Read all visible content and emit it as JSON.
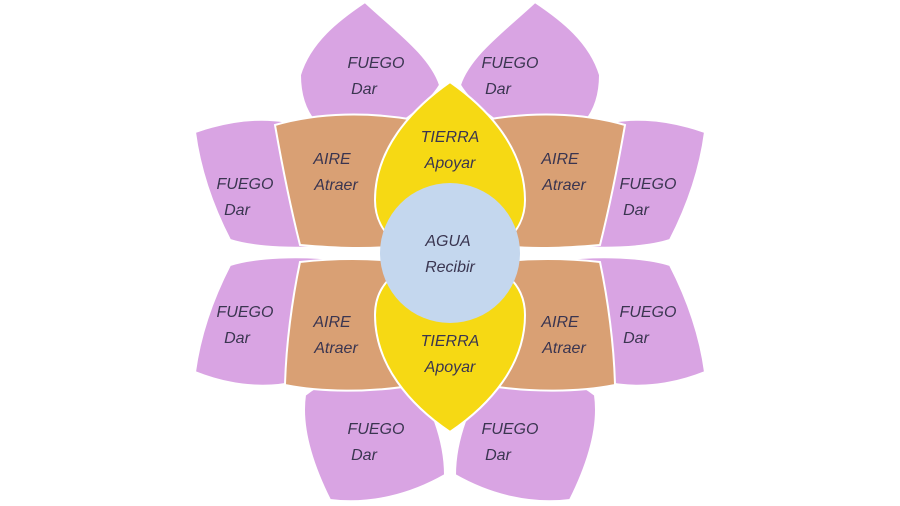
{
  "colors": {
    "background": "#ffffff",
    "fuego": "#d9a4e3",
    "aire": "#d9a074",
    "tierra": "#f6d914",
    "agua": "#c4d7ee",
    "outline": "#ffffff",
    "text": "#3a3550"
  },
  "petals": {
    "fuego": [
      {
        "name": "FUEGO",
        "verb": "Dar"
      },
      {
        "name": "FUEGO",
        "verb": "Dar"
      },
      {
        "name": "FUEGO",
        "verb": "Dar"
      },
      {
        "name": "FUEGO",
        "verb": "Dar"
      },
      {
        "name": "FUEGO",
        "verb": "Dar"
      },
      {
        "name": "FUEGO",
        "verb": "Dar"
      },
      {
        "name": "FUEGO",
        "verb": "Dar"
      },
      {
        "name": "FUEGO",
        "verb": "Dar"
      }
    ],
    "aire": [
      {
        "name": "AIRE",
        "verb": "Atraer"
      },
      {
        "name": "AIRE",
        "verb": "Atraer"
      },
      {
        "name": "AIRE",
        "verb": "Atraer"
      },
      {
        "name": "AIRE",
        "verb": "Atraer"
      }
    ],
    "tierra": [
      {
        "name": "TIERRA",
        "verb": "Apoyar"
      },
      {
        "name": "TIERRA",
        "verb": "Apoyar"
      }
    ]
  },
  "center": {
    "name": "AGUA",
    "verb": "Recibir"
  }
}
